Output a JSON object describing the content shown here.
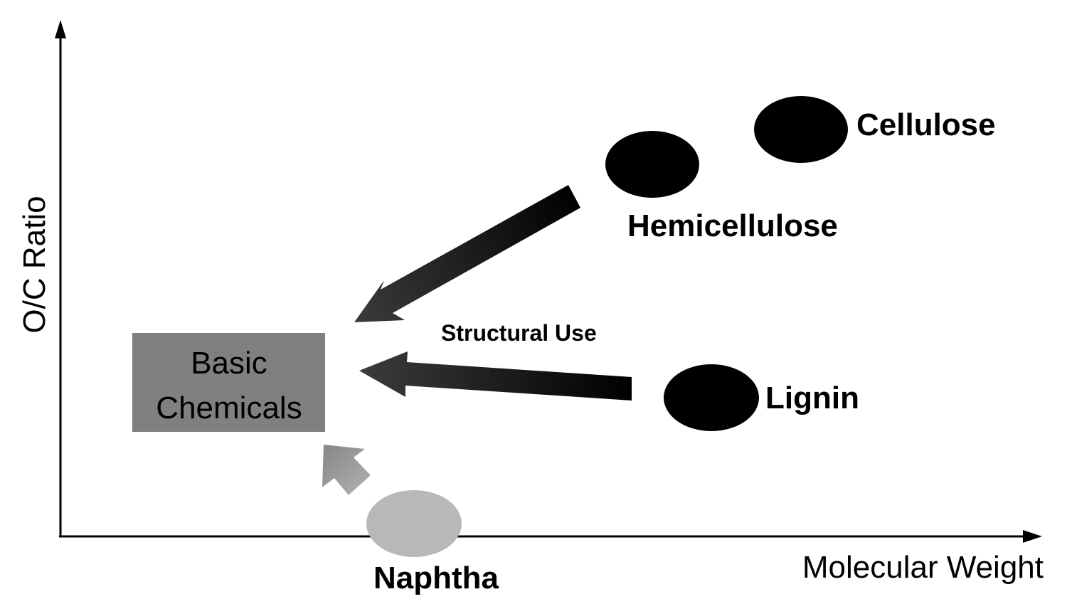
{
  "axes": {
    "y_label": "O/C Ratio",
    "x_label": "Molecular Weight"
  },
  "box": {
    "line1": "Basic",
    "line2": "Chemicals",
    "fill_color": "#808080"
  },
  "nodes": {
    "cellulose": "Cellulose",
    "hemicellulose": "Hemicellulose",
    "lignin": "Lignin",
    "naphtha": "Naphtha"
  },
  "arrows": {
    "structural_use": "Structural Use"
  },
  "colors": {
    "biomass": "#000000",
    "naphtha": "#b8b8b8",
    "axis": "#000000"
  }
}
